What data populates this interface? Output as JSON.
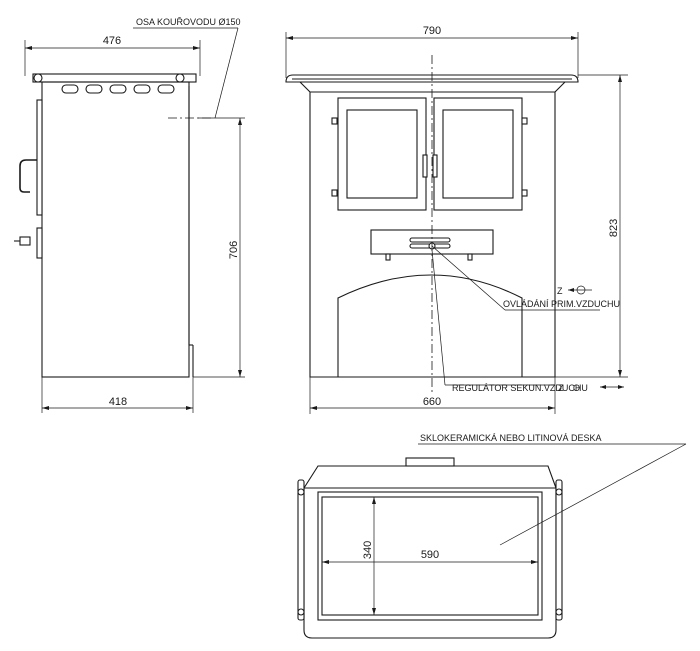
{
  "dimensions": {
    "side_depth_top": "476",
    "side_height": "706",
    "side_depth_bottom": "418",
    "front_width_top": "790",
    "front_height": "823",
    "front_width_bottom": "660",
    "top_depth": "340",
    "top_width": "590"
  },
  "labels": {
    "flue_axis": "OSA KOUŘOVODU Ø150",
    "primary_air": "OVLÁDÁNÍ PRIM.VZDUCHU",
    "secondary_air": "REGULÁTOR SEKUN.VZDUCHU",
    "hob": "SKLOKERAMICKÁ NEBO LITINOVÁ DESKA",
    "z_symbol_1": "Z",
    "z_symbol_2": "Z",
    "o_symbol": "O"
  }
}
